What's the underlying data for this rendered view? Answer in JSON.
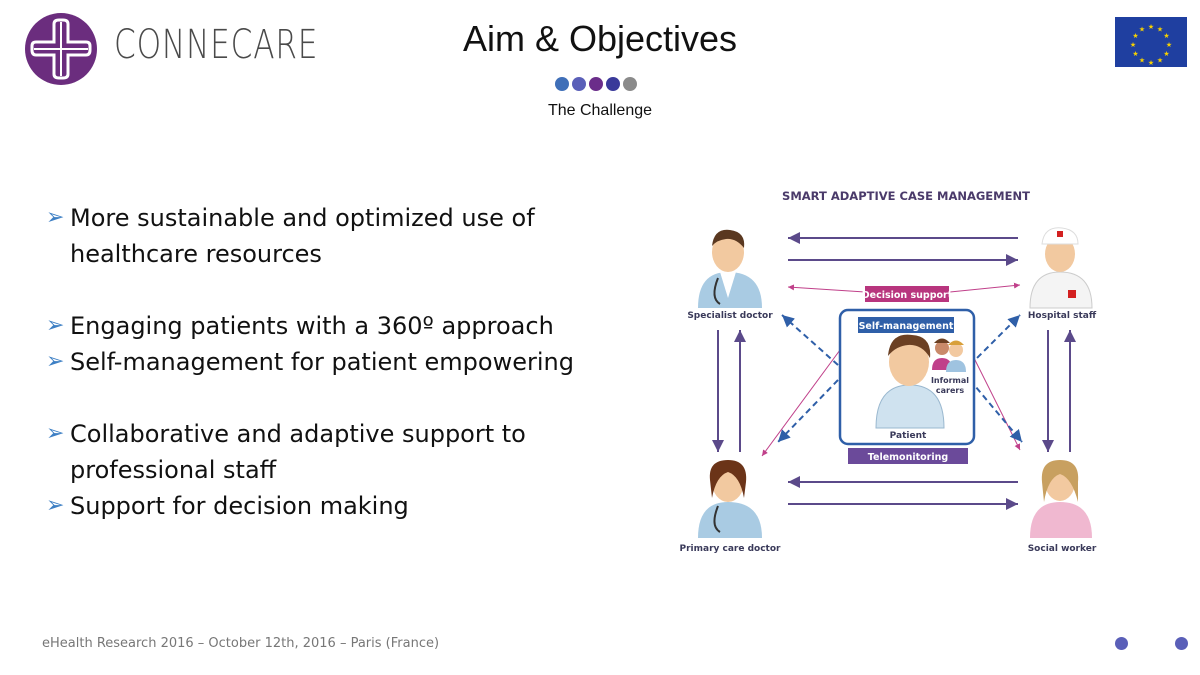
{
  "header": {
    "brand": "CONNECARE",
    "title": "Aim & Objectives",
    "subtitle": "The Challenge",
    "dot_colors": [
      "#3f6fb8",
      "#5a5fb8",
      "#6b2d8a",
      "#3a3a9a",
      "#8a8a8a"
    ]
  },
  "bullets": [
    {
      "text": "More sustainable and optimized use of healthcare resources"
    },
    {
      "text": "Engaging patients with a 360º approach"
    },
    {
      "text": "Self-management for patient empowering"
    },
    {
      "text": "Collaborative and adaptive support to professional staff"
    },
    {
      "text": "Support for decision making"
    }
  ],
  "diagram": {
    "title": "SMART ADAPTIVE CASE MANAGEMENT",
    "decision_support": "Decision support",
    "self_management": "Self-management",
    "patient": "Patient",
    "informal_carers_1": "Informal",
    "informal_carers_2": "carers",
    "telemonitoring": "Telemonitoring",
    "specialist": "Specialist doctor",
    "hospital": "Hospital staff",
    "primary": "Primary care doctor",
    "social": "Social worker",
    "colors": {
      "arrow": "#5b4a8a",
      "dashed": "#2f5fa8",
      "pink": "#c0408a",
      "purple": "#6b4a9a"
    }
  },
  "footer": {
    "text": "eHealth Research 2016 – October 12th, 2016 – Paris (France)"
  }
}
